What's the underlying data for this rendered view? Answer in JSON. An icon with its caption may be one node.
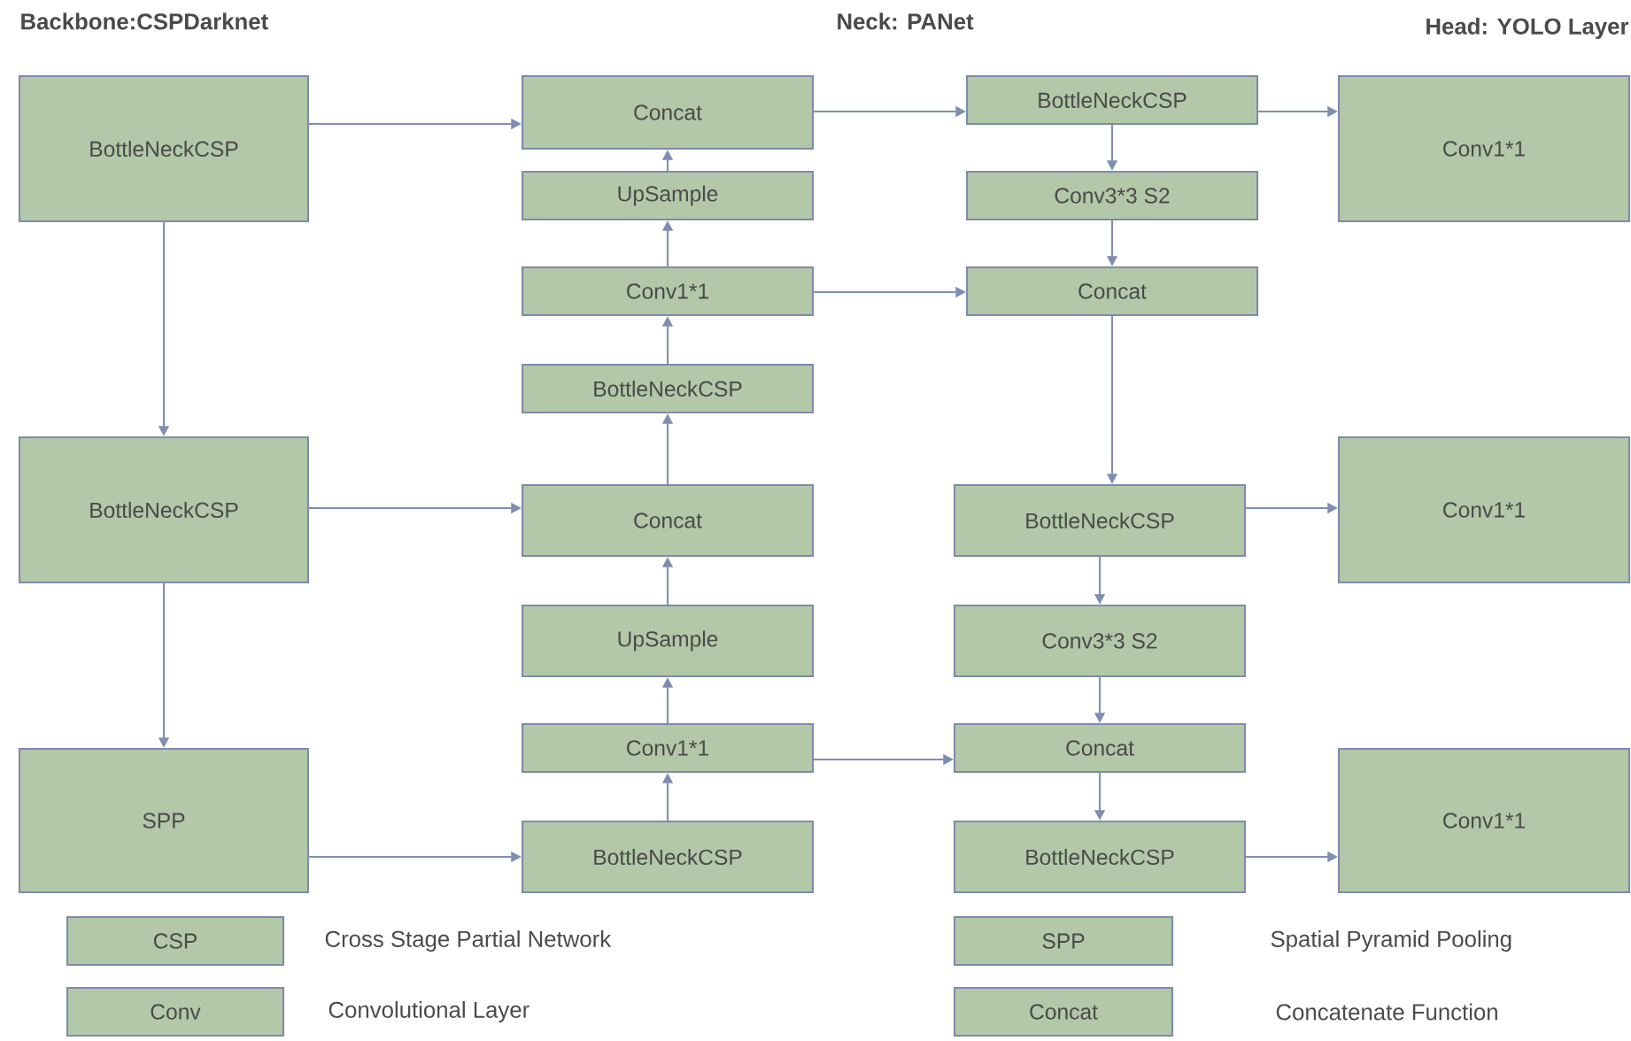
{
  "diagram": {
    "nodes": [
      {
        "text": [
          "BottleNeckCSP"
        ]
      },
      {
        "text": [
          "BottleNeckCSP"
        ]
      },
      {
        "text": [
          "SPP"
        ]
      },
      {
        "text": [
          "Concat"
        ]
      },
      {
        "text": [
          "UpSample"
        ]
      },
      {
        "text": [
          "Conv1*1"
        ]
      },
      {
        "text": [
          "BottleNeckCSP"
        ]
      },
      {
        "text": [
          "Concat"
        ]
      },
      {
        "text": [
          "UpSample"
        ]
      },
      {
        "text": [
          "Conv1*1"
        ]
      },
      {
        "text": [
          "BottleNeckCSP"
        ]
      },
      {
        "text": [
          "BottleNeckCSP"
        ]
      },
      {
        "text": [
          "Conv3*3 S2"
        ]
      },
      {
        "text": [
          "Concat"
        ]
      },
      {
        "text": [
          "BottleNeckCSP"
        ]
      },
      {
        "text": [
          "Conv3*3 S2"
        ]
      },
      {
        "text": [
          "Concat"
        ]
      },
      {
        "text": [
          "BottleNeckCSP"
        ]
      },
      {
        "text": [
          "Conv1*1"
        ]
      },
      {
        "text": [
          "Conv1*1"
        ]
      },
      {
        "text": [
          "Conv1*1"
        ]
      },
      {
        "text": [
          "CSP"
        ],
        "beside": [
          "Cross Stage Partial Network"
        ]
      },
      {
        "text": [
          "Conv"
        ],
        "beside": [
          "Convolutional Layer"
        ]
      },
      {
        "text": [
          "SPP"
        ]
      },
      {
        "text": [
          "Concat"
        ]
      }
    ],
    "edges": [
      {
        "from": 0,
        "to": 3,
        "arrow": "to"
      },
      {
        "from": 0,
        "to": 1,
        "arrow": "to"
      },
      {
        "from": 1,
        "to": 2,
        "arrow": "to"
      },
      {
        "from": 1,
        "to": 7,
        "arrow": "to"
      },
      {
        "from": 2,
        "to": 10,
        "arrow": "to"
      },
      {
        "from": 10,
        "to": 9,
        "arrow": "to"
      },
      {
        "from": 9,
        "to": 8,
        "arrow": "to"
      },
      {
        "from": 8,
        "to": 7,
        "arrow": "to"
      },
      {
        "from": 7,
        "to": 6,
        "arrow": "to"
      },
      {
        "from": 6,
        "to": 5,
        "arrow": "to"
      },
      {
        "from": 5,
        "to": 4,
        "arrow": "to"
      },
      {
        "from": 4,
        "to": 3,
        "arrow": "to"
      },
      {
        "from": 3,
        "to": 11,
        "arrow": "to"
      },
      {
        "from": 11,
        "to": 12,
        "arrow": "to"
      },
      {
        "from": 12,
        "to": 13,
        "arrow": "to"
      },
      {
        "from": 5,
        "to": 13,
        "arrow": "to"
      },
      {
        "from": 13,
        "to": 14,
        "arrow": "to"
      },
      {
        "from": 14,
        "to": 15,
        "arrow": "to"
      },
      {
        "from": 15,
        "to": 16,
        "arrow": "to"
      },
      {
        "from": 9,
        "to": 16,
        "arrow": "to"
      },
      {
        "from": 16,
        "to": 17,
        "arrow": "to"
      },
      {
        "from": 11,
        "to": 18,
        "arrow": "to"
      },
      {
        "from": 14,
        "to": 19,
        "arrow": "to"
      },
      {
        "from": 17,
        "to": 20,
        "arrow": "to"
      }
    ],
    "labels": [
      "Backbone:CSPDarknet",
      "Neck: PANet",
      "Head: YOLO Layer",
      "Spatial Pyramid Pooling",
      "Concatenate Function"
    ]
  }
}
